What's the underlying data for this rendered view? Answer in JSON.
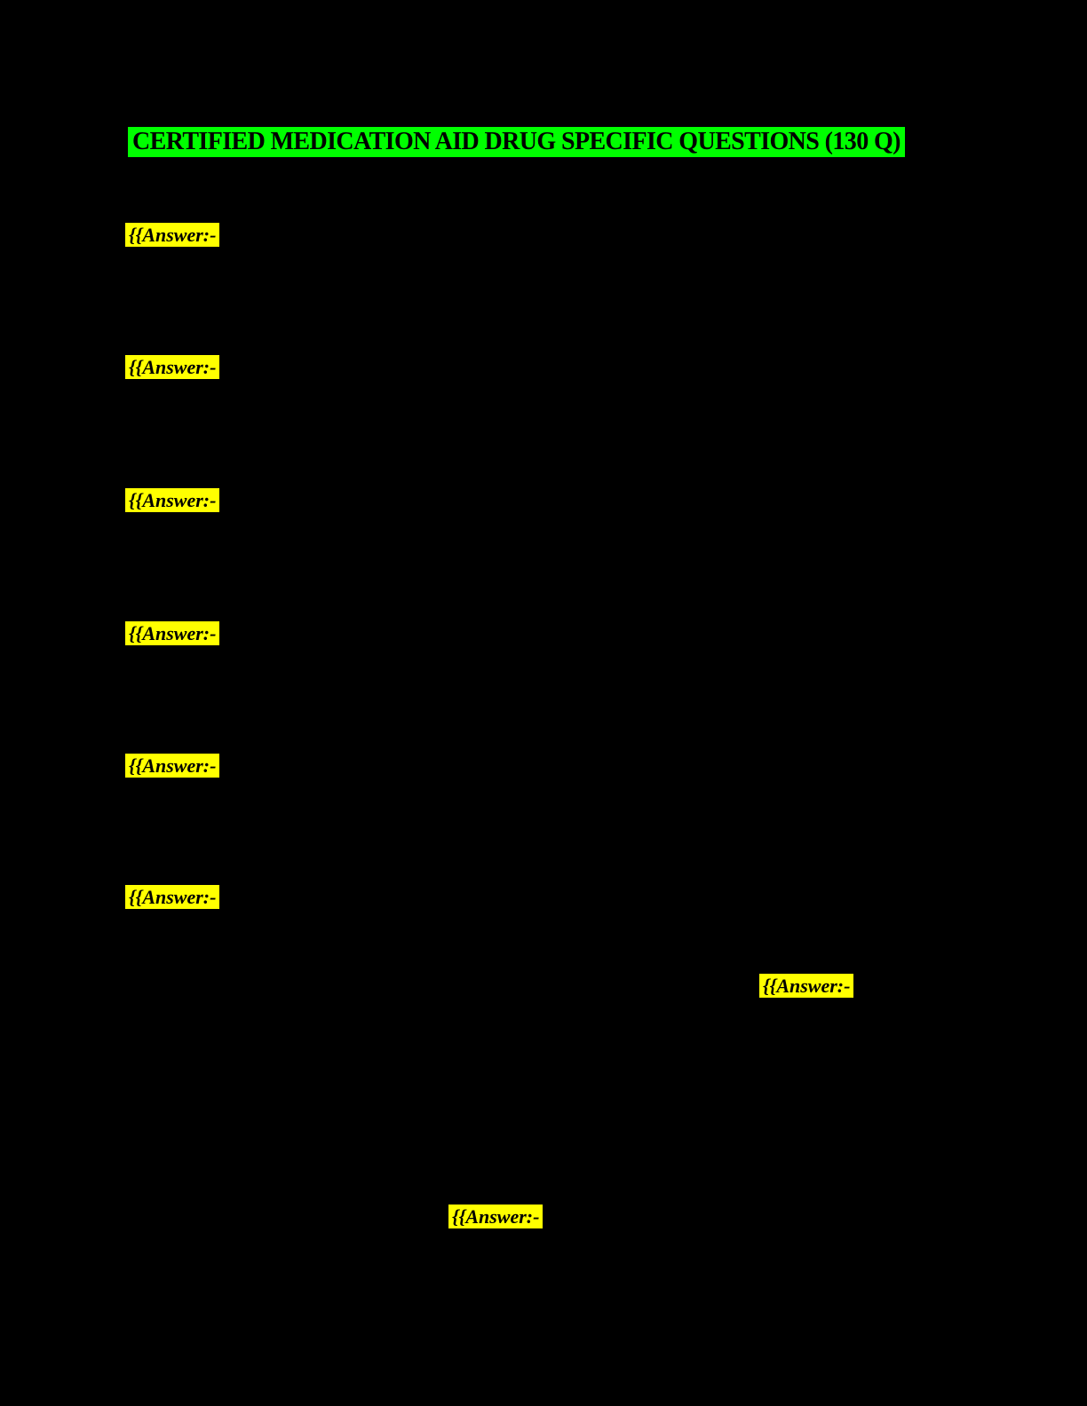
{
  "document": {
    "title": "CERTIFIED MEDICATION AID DRUG SPECIFIC QUESTIONS (130 Q)",
    "colors": {
      "page_background": "#000000",
      "title_highlight": "#00ff00",
      "answer_highlight": "#ffff00",
      "text": "#000000"
    },
    "answer_markers": [
      {
        "label": "{{Answer:-"
      },
      {
        "label": "{{Answer:-"
      },
      {
        "label": "{{Answer:-"
      },
      {
        "label": "{{Answer:-"
      },
      {
        "label": "{{Answer:-"
      },
      {
        "label": "{{Answer:-"
      },
      {
        "label": "{{Answer:-"
      },
      {
        "label": "{{Answer:-"
      }
    ]
  }
}
